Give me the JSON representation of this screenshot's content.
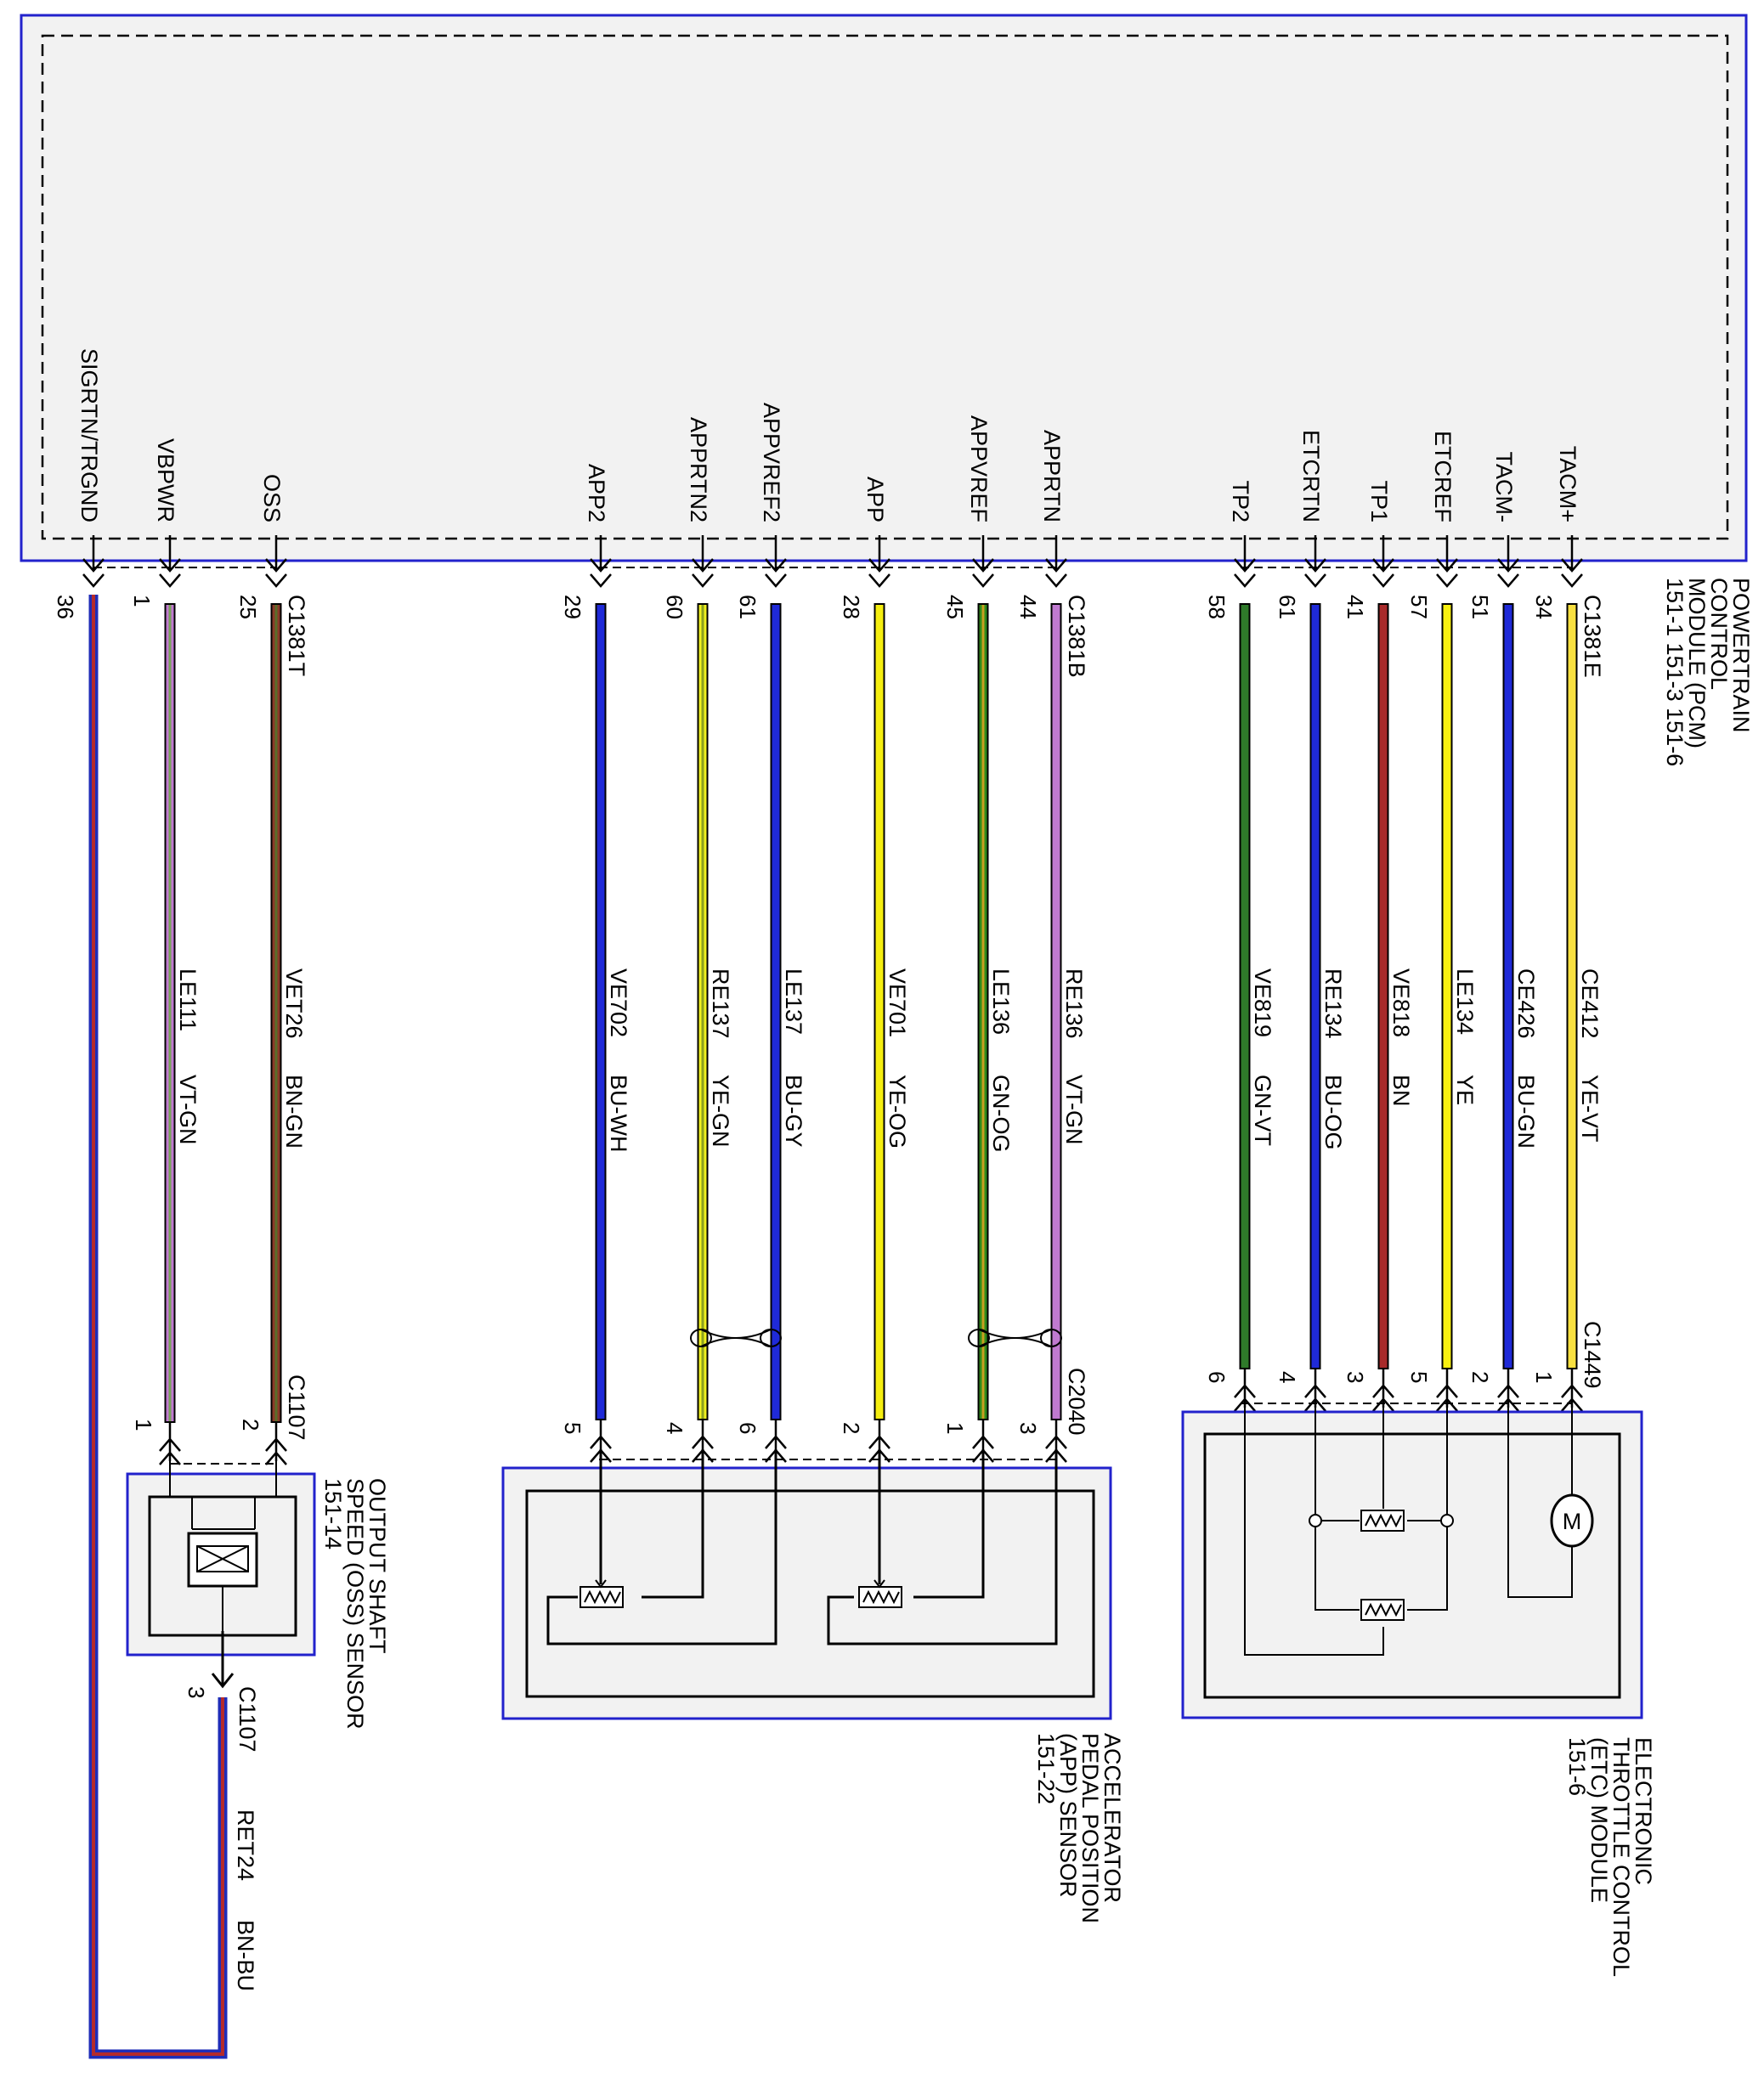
{
  "pcm": {
    "name_lines": [
      "POWERTRAIN",
      "CONTROL",
      "MODULE (PCM)",
      "151-1  151-3  151-6"
    ],
    "connectors": [
      "C1381T",
      "C1381B",
      "C1381E"
    ]
  },
  "wires": [
    {
      "signal": "SIGRTN/TRGND",
      "pcm_pin": "36",
      "circuit": "",
      "color_code": "",
      "colors": [
        "#1f2db8",
        "#b52b2b"
      ]
    },
    {
      "signal": "VBPWR",
      "pcm_pin": "1",
      "circuit": "LE111",
      "color_code": "VT-GN",
      "sensor_pin": "1",
      "colors": [
        "#c07ad0",
        "#7aa35a"
      ]
    },
    {
      "signal": "OSS",
      "pcm_pin": "25",
      "circuit": "VET26",
      "color_code": "BN-GN",
      "sensor_pin": "2",
      "colors": [
        "#8b3a2a",
        "#5a6e2a"
      ]
    },
    {
      "signal": "APP2",
      "pcm_pin": "29",
      "circuit": "VE702",
      "color_code": "BU-WH",
      "sensor_pin": "5",
      "colors": [
        "#1f2ad8",
        "#1f2ad8"
      ]
    },
    {
      "signal": "APPRTN2",
      "pcm_pin": "60",
      "circuit": "RE137",
      "color_code": "YE-GN",
      "sensor_pin": "4",
      "colors": [
        "#f0f020",
        "#8aa020"
      ]
    },
    {
      "signal": "APPVREF2",
      "pcm_pin": "61",
      "circuit": "LE137",
      "color_code": "BU-GY",
      "sensor_pin": "6",
      "colors": [
        "#1f2ad8",
        "#1f2ad8"
      ]
    },
    {
      "signal": "APP",
      "pcm_pin": "28",
      "circuit": "VE701",
      "color_code": "YE-OG",
      "sensor_pin": "2",
      "colors": [
        "#f5ee10",
        "#f5ee10"
      ]
    },
    {
      "signal": "APPVREF",
      "pcm_pin": "45",
      "circuit": "LE136",
      "color_code": "GN-OG",
      "sensor_pin": "1",
      "colors": [
        "#2f8a1a",
        "#c8a020"
      ]
    },
    {
      "signal": "APPRTN",
      "pcm_pin": "44",
      "circuit": "RE136",
      "color_code": "VT-GN",
      "sensor_pin": "3",
      "colors": [
        "#c07ad0",
        "#c07ad0"
      ]
    },
    {
      "signal": "TP2",
      "pcm_pin": "58",
      "circuit": "VE819",
      "color_code": "GN-VT",
      "sensor_pin": "6",
      "colors": [
        "#2f7a2a",
        "#2f7a2a"
      ]
    },
    {
      "signal": "ETCRTN",
      "pcm_pin": "61",
      "circuit": "RE134",
      "color_code": "BU-OG",
      "sensor_pin": "4",
      "colors": [
        "#1f2ad8",
        "#1f2ad8"
      ]
    },
    {
      "signal": "TP1",
      "pcm_pin": "41",
      "circuit": "VE818",
      "color_code": "BN",
      "sensor_pin": "3",
      "colors": [
        "#a82a2a",
        "#a82a2a"
      ]
    },
    {
      "signal": "ETCREF",
      "pcm_pin": "57",
      "circuit": "LE134",
      "color_code": "YE",
      "sensor_pin": "5",
      "colors": [
        "#f8f010",
        "#f8f010"
      ]
    },
    {
      "signal": "TACM-",
      "pcm_pin": "51",
      "circuit": "CE426",
      "color_code": "BU-GN",
      "sensor_pin": "2",
      "colors": [
        "#1f2ad8",
        "#1f2ad8"
      ]
    },
    {
      "signal": "TACM+",
      "pcm_pin": "34",
      "circuit": "CE412",
      "color_code": "YE-VT",
      "sensor_pin": "1",
      "colors": [
        "#f8e040",
        "#f8e040"
      ]
    }
  ],
  "oss": {
    "name_lines": [
      "OUTPUT SHAFT",
      "SPEED (OSS) SENSOR",
      "151-14"
    ],
    "connector": "C1107",
    "bottom_connector": "C1107",
    "bottom_pin": "3",
    "return_circuit": "RET24",
    "return_color": "BN-BU"
  },
  "app": {
    "name_lines": [
      "ACCELERATOR",
      "PEDAL POSITION",
      "(APP) SENSOR",
      "151-22"
    ],
    "connector": "C2040"
  },
  "etc": {
    "name_lines": [
      "ELECTRONIC",
      "THROTTLE CONTROL",
      "(ETC) MODULE",
      "151-6"
    ],
    "connector": "C1449",
    "motor_label": "M"
  }
}
